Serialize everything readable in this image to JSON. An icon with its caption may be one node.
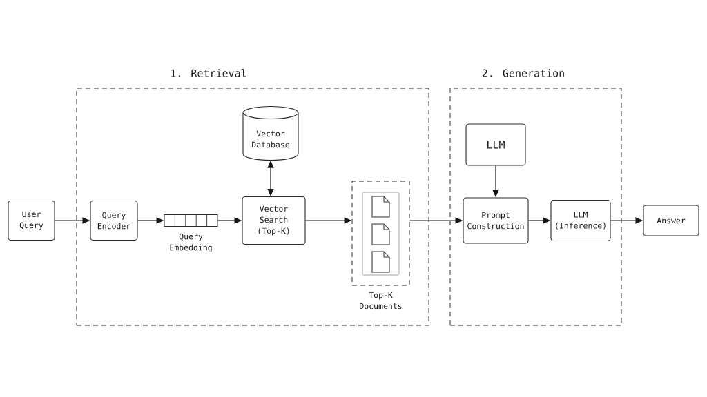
{
  "diagram": {
    "nodes": [
      {
        "text": [
          "User Query"
        ]
      },
      {
        "text": [
          "1. Retrieval"
        ]
      },
      {
        "text": [
          "Query Encoder"
        ],
        "in": 1
      },
      {
        "text": [
          "Query Embedding"
        ],
        "in": 1
      },
      {
        "text": [
          "Vector Database"
        ],
        "in": 1
      },
      {
        "text": [
          "Vector Search (Top-K)"
        ],
        "in": 1
      },
      {
        "text": [
          "Top-K Documents"
        ],
        "in": 1
      },
      {
        "text": [
          "2. Generation"
        ]
      },
      {
        "text": [
          "LLM"
        ],
        "in": 7
      },
      {
        "text": [
          "Prompt Construction"
        ],
        "in": 7
      },
      {
        "text": [
          "LLM (Inference)"
        ],
        "in": 7
      },
      {
        "text": [
          "Answer"
        ]
      }
    ],
    "edges": [
      {
        "from": 0,
        "to": 2,
        "arrow": "to"
      },
      {
        "from": 2,
        "to": 3,
        "arrow": "to"
      },
      {
        "from": 3,
        "to": 5,
        "arrow": "to"
      },
      {
        "from": 4,
        "to": 5,
        "arrow": "both"
      },
      {
        "from": 5,
        "to": 6,
        "arrow": "to"
      },
      {
        "from": 6,
        "to": 9,
        "arrow": "to"
      },
      {
        "from": 8,
        "to": 9,
        "arrow": "to"
      },
      {
        "from": 9,
        "to": 10,
        "arrow": "to"
      },
      {
        "from": 10,
        "to": 11,
        "arrow": "to"
      }
    ]
  }
}
